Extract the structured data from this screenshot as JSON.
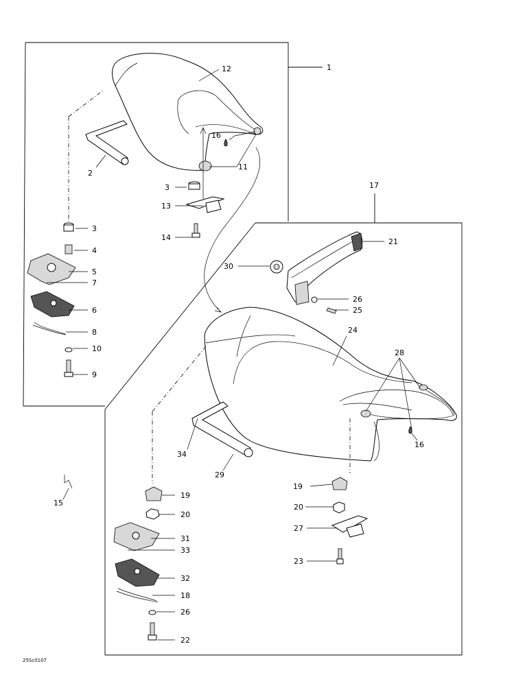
{
  "drawing_code": "25Sc0107",
  "callouts": {
    "c1": "1",
    "c2": "2",
    "c3a": "3",
    "c3b": "3",
    "c4": "4",
    "c5": "5",
    "c6": "6",
    "c7": "7",
    "c8": "8",
    "c9": "9",
    "c10": "10",
    "c11": "11",
    "c12": "12",
    "c13": "13",
    "c14": "14",
    "c15": "15",
    "c16a": "16",
    "c16b": "16",
    "c17": "17",
    "c18": "18",
    "c19a": "19",
    "c19b": "19",
    "c20a": "20",
    "c20b": "20",
    "c21": "21",
    "c22": "22",
    "c23": "23",
    "c24": "24",
    "c25": "25",
    "c26a": "26",
    "c26b": "26",
    "c27": "27",
    "c28": "28",
    "c29": "29",
    "c30": "30",
    "c31": "31",
    "c32": "32",
    "c33": "33",
    "c34": "34"
  }
}
